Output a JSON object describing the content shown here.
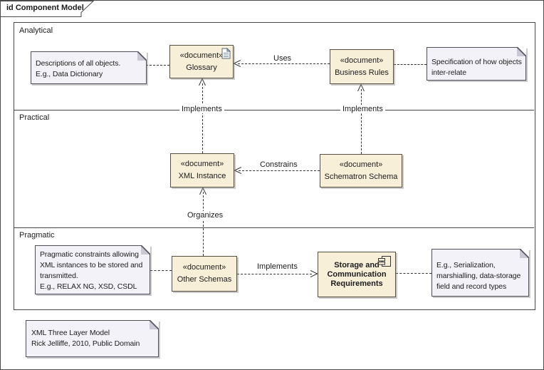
{
  "title": "id Component Model",
  "lanes": [
    {
      "label": "Analytical"
    },
    {
      "label": "Practical"
    },
    {
      "label": "Pragmatic"
    }
  ],
  "components": [
    {
      "stereotype": "«document»",
      "name": "Glossary",
      "icon": "document-icon"
    },
    {
      "stereotype": "«document»",
      "name": "Business Rules",
      "icon": ""
    },
    {
      "stereotype": "«document»",
      "name": "XML Instance",
      "icon": ""
    },
    {
      "stereotype": "«document»",
      "name": "Schematron Schema",
      "icon": ""
    },
    {
      "stereotype": "«document»",
      "name": "Other Schemas",
      "icon": ""
    },
    {
      "stereotype": "",
      "name": "Storage and Communication Requirements",
      "icon": "component-icon"
    }
  ],
  "connectors": [
    {
      "label": "Uses"
    },
    {
      "label": "Implements"
    },
    {
      "label": "Implements"
    },
    {
      "label": "Constrains"
    },
    {
      "label": "Organizes"
    },
    {
      "label": "Implements"
    }
  ],
  "notes": [
    {
      "lines": [
        "Descriptions of all objects.",
        "E.g., Data Dictionary"
      ]
    },
    {
      "lines": [
        "Specification of how objects",
        "inter-relate"
      ]
    },
    {
      "lines": [
        "Pragmatic constraints allowing",
        "XML isntances to be stored and",
        "transmitted.",
        "E.g., RELAX NG, XSD, CSDL"
      ]
    },
    {
      "lines": [
        "E.g., Serialization,",
        "marshialling, data-storage",
        "field and record types"
      ]
    },
    {
      "lines": [
        "XML Three Layer Model",
        "Rick Jelliffe, 2010, Public Domain"
      ]
    }
  ],
  "colors": {
    "component_fill": "#F8EFD9",
    "component_border": "#55503F",
    "note_fill": "#F3F2F9",
    "note_border": "#4F4F58",
    "frame_line": "#464646",
    "connector_line": "#333333",
    "shadow": "#8C8C8C",
    "background": "#FFFFFF"
  }
}
